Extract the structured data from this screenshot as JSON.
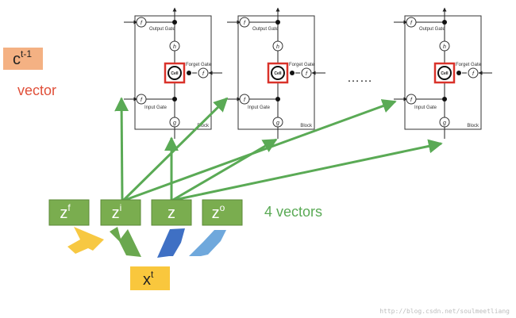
{
  "cell_prev": {
    "base": "c",
    "sup": "t-1"
  },
  "vector_label": "vector",
  "four_vectors_label": "4 vectors",
  "input": {
    "base": "x",
    "sup": "t"
  },
  "gates": [
    {
      "base": "z",
      "sup": "f"
    },
    {
      "base": "z",
      "sup": "i"
    },
    {
      "base": "z",
      "sup": ""
    },
    {
      "base": "z",
      "sup": "o"
    }
  ],
  "block_text": {
    "output_gate": "Output Gate",
    "forget_gate": "Forget Gate",
    "input_gate": "Input Gate",
    "cell": "Cell",
    "block": "Block",
    "sigma": "f",
    "g": "g",
    "h": "h"
  },
  "ellipsis": "……",
  "watermark": "http://blog.csdn.net/soulmeetliang",
  "colors": {
    "gate_box": "#7aad4f",
    "gate_border": "#5c8a3a",
    "green_arrow": "#5aaa55",
    "cell_border": "#d9322a",
    "cprev_bg": "#f4b183",
    "input_bg": "#f9c73d",
    "vector_text": "#e0503a",
    "four_vectors_text": "#5aaa55",
    "arrow_yellow": "#f7c842",
    "arrow_green": "#6aa84f",
    "arrow_blue": "#3f70c4",
    "arrow_lightblue": "#6fa8dc"
  }
}
